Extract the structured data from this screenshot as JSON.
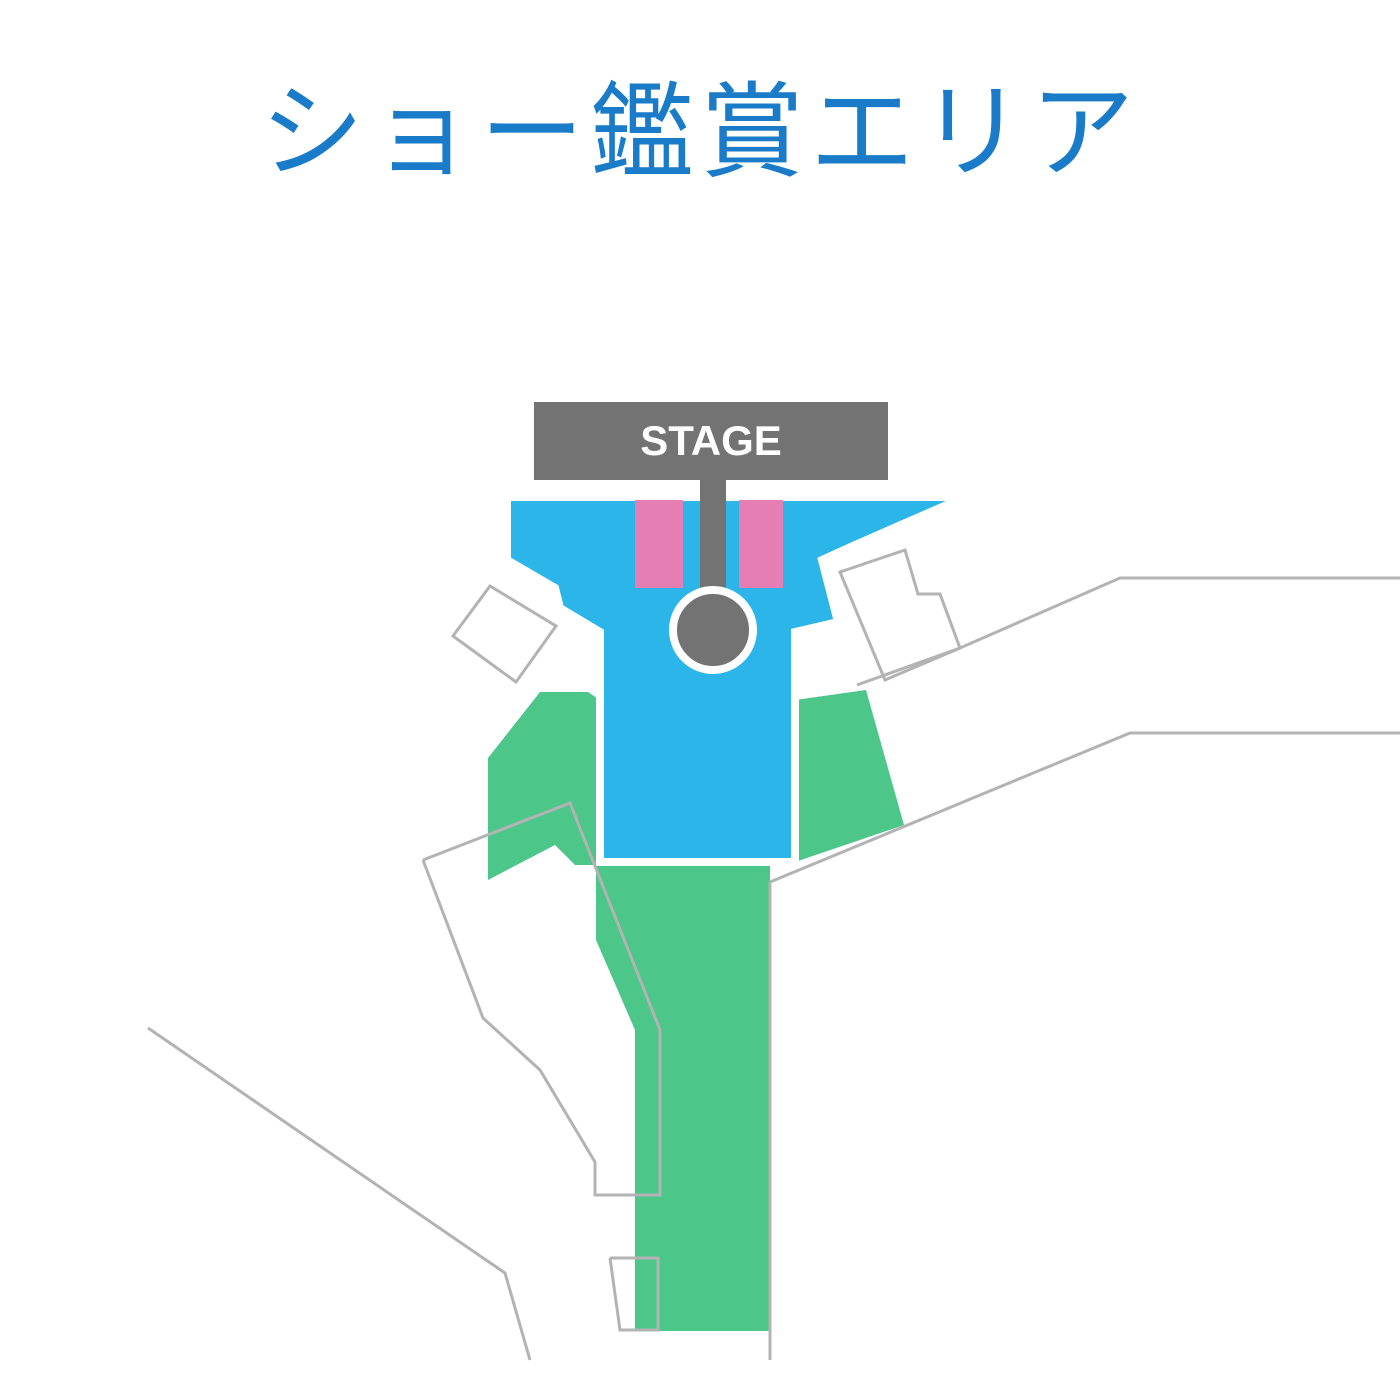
{
  "title": "ショー鑑賞エリア",
  "stage": {
    "label": "STAGE"
  },
  "colors": {
    "title": "#1a7cc9",
    "stage": "#737373",
    "stage_text": "#ffffff",
    "viewing_area_blue": "#2bb5e8",
    "viewing_area_green": "#4dc68a",
    "reserved_pink": "#e57eb3",
    "outline": "#b3b3b3",
    "background": "#ffffff"
  },
  "areas": {
    "blue": "viewing-area-front",
    "green": "viewing-area-rear",
    "pink": "reserved-seating"
  }
}
